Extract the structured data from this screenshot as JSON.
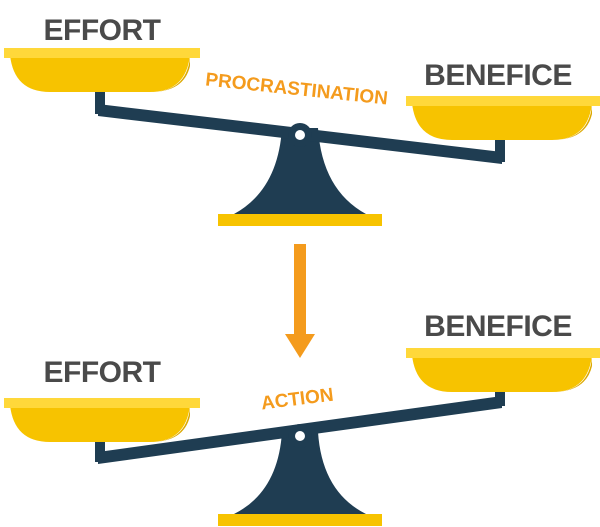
{
  "top_scale": {
    "left_label": "EFFORT",
    "right_label": "BENEFICE",
    "beam_label": "PROCRASTINATION"
  },
  "bottom_scale": {
    "left_label": "EFFORT",
    "right_label": "BENEFICE",
    "beam_label": "ACTION"
  },
  "colors": {
    "pan": "#f7c300",
    "pan_rim": "#ffd83a",
    "pan_shade": "#dca800",
    "structure": "#1f3d52",
    "base": "#f7c300",
    "accent_text": "#f49b1d",
    "heading_text": "#4a4a4a",
    "arrow": "#f49b1d"
  }
}
